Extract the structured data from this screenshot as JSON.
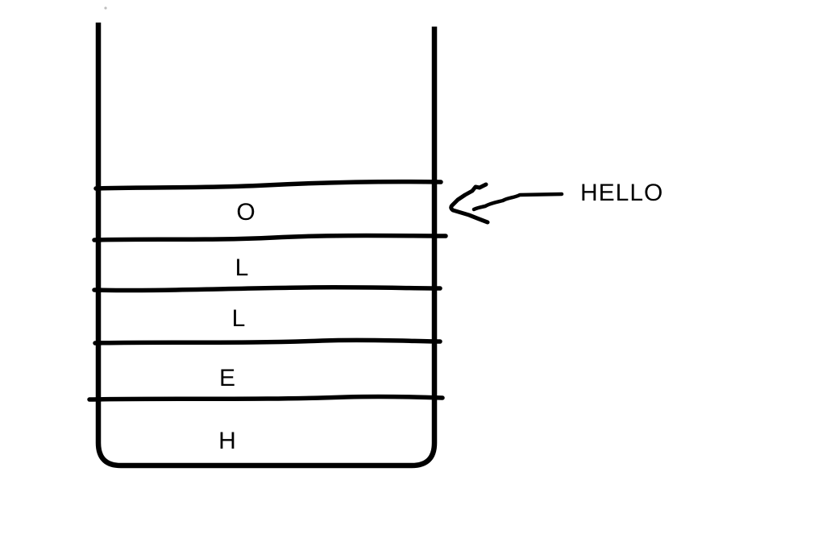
{
  "colors": {
    "ink": "#000000",
    "background": "#ffffff",
    "artifact_dot": "#9a9a9a"
  },
  "stack": {
    "cells_top_to_bottom": [
      {
        "label": "O"
      },
      {
        "label": "L"
      },
      {
        "label": "L"
      },
      {
        "label": "E"
      },
      {
        "label": "H"
      }
    ]
  },
  "annotation": {
    "label": "HELLO"
  }
}
